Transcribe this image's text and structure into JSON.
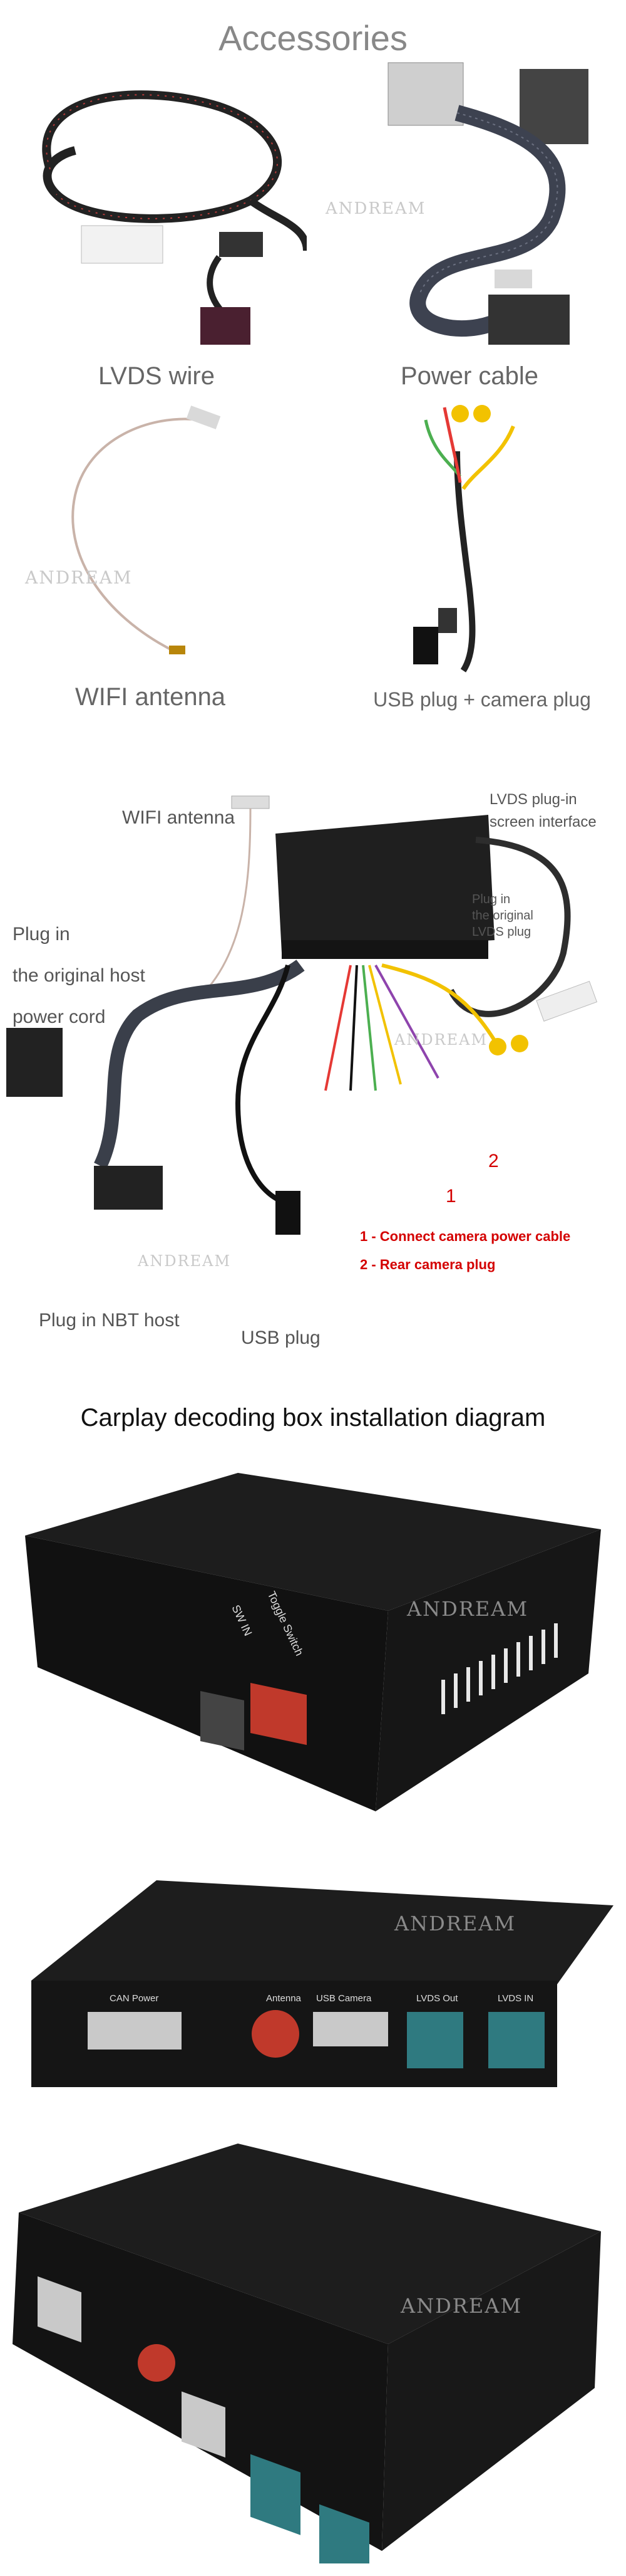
{
  "accessories": {
    "title": "Accessories",
    "items": [
      {
        "caption": "LVDS wire"
      },
      {
        "caption": "Power cable"
      },
      {
        "caption": "WIFI antenna"
      },
      {
        "caption": "USB plug + camera plug"
      }
    ]
  },
  "watermark": "ANDREAM",
  "installation": {
    "labels": {
      "wifi_antenna": "WIFI antenna",
      "lvds_plugin_1": "LVDS plug-in",
      "lvds_plugin_2": "screen interface",
      "plug_original_1": "Plug in",
      "plug_original_2": "the original",
      "plug_original_3": "LVDS plug",
      "host_power_1": "Plug in",
      "host_power_2": "the original host",
      "host_power_3": "power cord",
      "nbt_host": "Plug in NBT host",
      "usb_plug": "USB plug",
      "num_1": "1",
      "num_2": "2",
      "note_1": "1 - Connect camera power cable",
      "note_2": "2 -  Rear camera plug"
    },
    "title": "Carplay decoding box installation diagram"
  },
  "box": {
    "toggle_switch": "Toggle Switch",
    "sw_in": "SW IN",
    "can_power": "CAN Power",
    "antenna": "Antenna",
    "usb_camera": "USB Camera",
    "lvds_out": "LVDS Out",
    "lvds_in": "LVDS IN"
  },
  "colors": {
    "caption_gray": "#666666",
    "warning_red": "#d40000",
    "box_black": "#1b1b1b",
    "connector_teal": "#2f7a80"
  }
}
